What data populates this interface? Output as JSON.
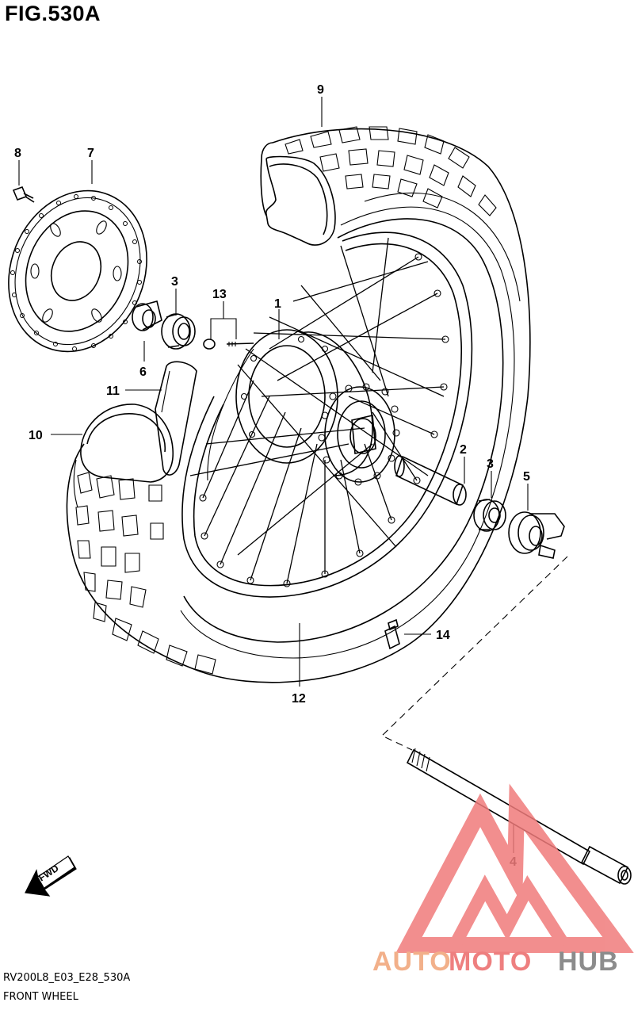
{
  "figure": {
    "title": "FIG.530A",
    "model_code": "RV200L8_E03_E28_530A",
    "name": "FRONT WHEEL"
  },
  "callouts": [
    "1",
    "2",
    "3",
    "3",
    "4",
    "5",
    "6",
    "7",
    "8",
    "9",
    "10",
    "11",
    "12",
    "13",
    "14"
  ],
  "fwd_label": "FWD",
  "watermark": {
    "part1": "AUTO",
    "part2": "MOTO",
    "part3": "HUB",
    "colors": {
      "auto": "#f2b08a",
      "moto": "#ee7f7f",
      "hub": "#8c8c8c",
      "logo": "#f07b7b"
    }
  }
}
